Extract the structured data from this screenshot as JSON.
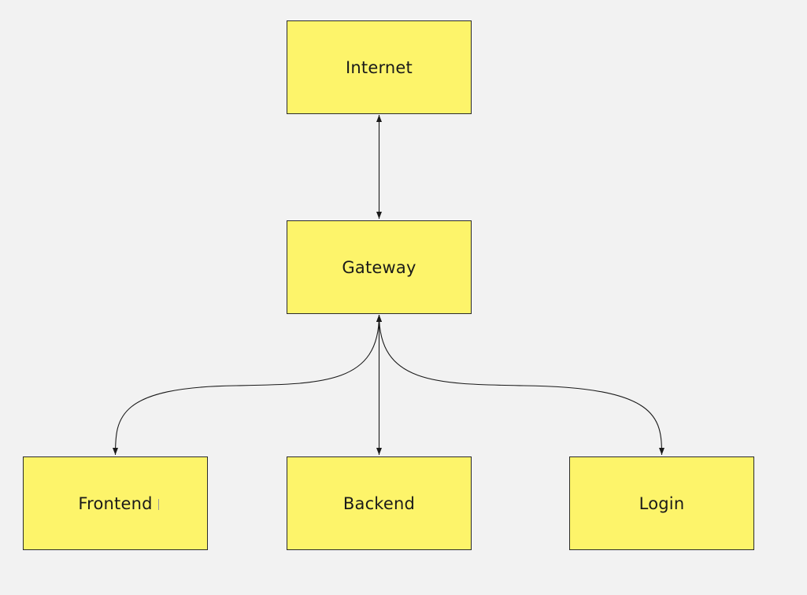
{
  "diagram": {
    "background_color": "#f2f2f2",
    "node_fill_color": "#fdf46a",
    "node_border_color": "#2b2b2b",
    "connector_color": "#1a1a1a",
    "nodes": {
      "internet": "Internet",
      "gateway": "Gateway",
      "frontend": "Frontend",
      "backend": "Backend",
      "login": "Login"
    },
    "edges": [
      {
        "from": "gateway",
        "to": "internet",
        "direction": "both"
      },
      {
        "from": "gateway",
        "to": "frontend",
        "direction": "both"
      },
      {
        "from": "gateway",
        "to": "backend",
        "direction": "both"
      },
      {
        "from": "gateway",
        "to": "login",
        "direction": "both"
      }
    ]
  }
}
